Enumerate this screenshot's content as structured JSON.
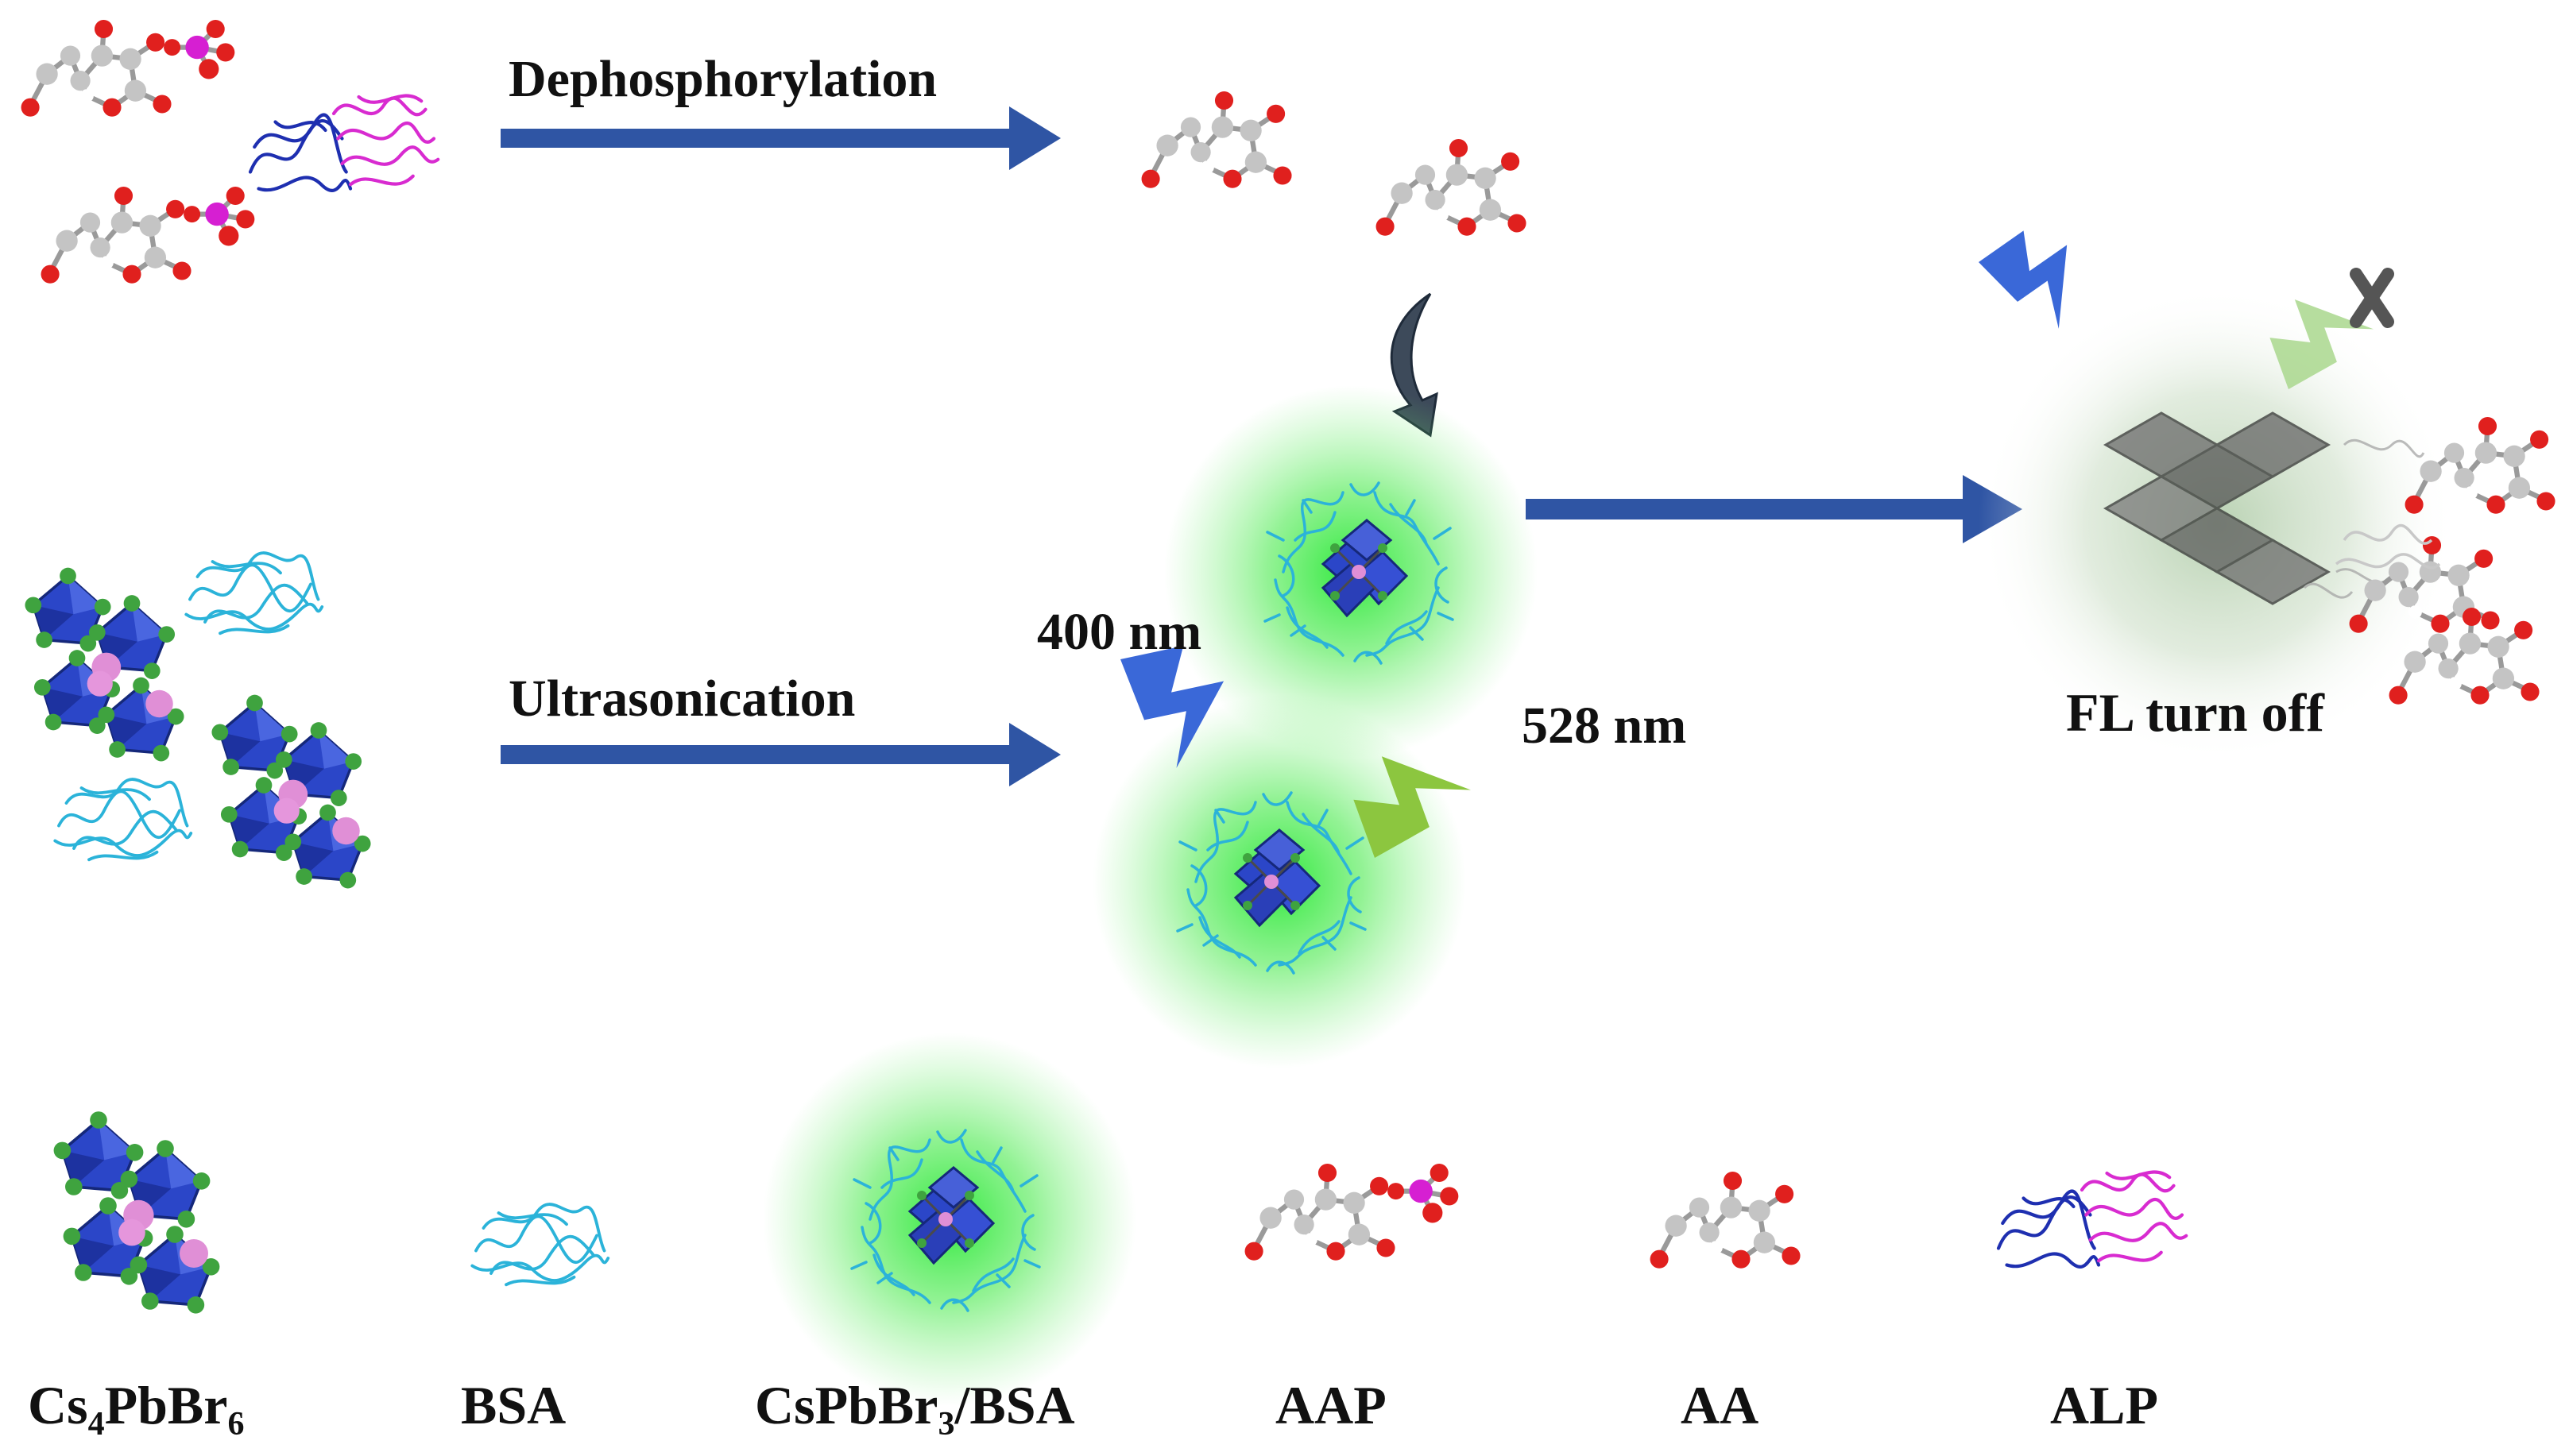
{
  "steps": {
    "dephosphorylation": "Dephosphorylation",
    "ultrasonication": "Ultrasonication"
  },
  "wavelengths": {
    "excitation": "400 nm",
    "emission": "528 nm"
  },
  "result": "FL turn off",
  "legend": [
    {
      "label": "Cs",
      "sub1": "4",
      "label2": "PbBr",
      "sub2": "6",
      "label3": ""
    },
    {
      "label": "BSA"
    },
    {
      "label": "CsPbBr",
      "sub1": "3",
      "label2": "/BSA"
    },
    {
      "label": "AAP"
    },
    {
      "label": "AA"
    },
    {
      "label": "ALP"
    }
  ],
  "colors": {
    "arrow": "#2f55a4",
    "glow": "#34e23a",
    "octahedron": "#2b46c8",
    "bromide": "#3fa33f",
    "cesium": "#e08fd6",
    "protein_bsa": "#2bb3d9",
    "protein_alp_a": "#1e2fb0",
    "protein_alp_b": "#d82bd0",
    "carbon": "#b9b9b9",
    "oxygen": "#e0201e",
    "phosphorus": "#d61fd2",
    "excitation_bolt": "#3a68d8",
    "emission_bolt": "#8cc63f"
  },
  "icons": [
    "aap-molecule",
    "aa-molecule",
    "alp-enzyme",
    "bsa-protein",
    "cs4pbbr6-crystal",
    "cspbbr3-bsa-nanocrystal",
    "excitation-bolt",
    "emission-bolt",
    "curved-arrow",
    "cross-mark"
  ]
}
